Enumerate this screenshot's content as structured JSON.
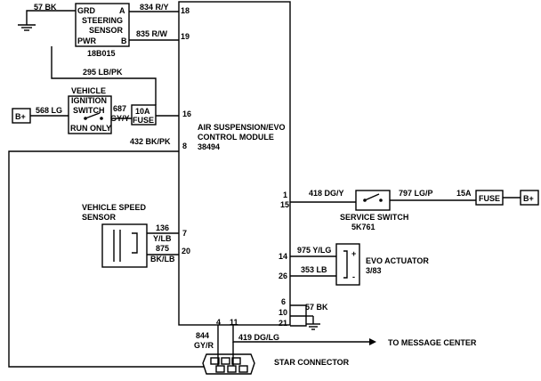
{
  "module": {
    "title_line1": "AIR SUSPENSION/EVO",
    "title_line2": "CONTROL MODULE",
    "part": "38494"
  },
  "steering_sensor": {
    "line1": "STEERING",
    "line2": "SENSOR",
    "grd": "GRD",
    "pwr": "PWR",
    "a": "A",
    "b": "B",
    "part": "18B015"
  },
  "ignition": {
    "line1": "VEHICLE",
    "line2": "IGNITION",
    "line3": "SWITCH",
    "run": "RUN ONLY",
    "fuse_rating": "10A",
    "fuse_label": "FUSE"
  },
  "speed_sensor": {
    "line1": "VEHICLE SPEED",
    "line2": "SENSOR"
  },
  "service_switch": {
    "label": "SERVICE SWITCH",
    "part": "5K761"
  },
  "evo_actuator": {
    "label": "EVO ACTUATOR",
    "part": "3/83",
    "plus": "+",
    "minus": "-"
  },
  "fuse_right": {
    "rating": "15A",
    "label": "FUSE"
  },
  "battery": {
    "label": "B+"
  },
  "star_connector": {
    "label": "STAR CONNECTOR"
  },
  "message_center": {
    "label": "TO MESSAGE CENTER"
  },
  "wires": {
    "w57a": "57 BK",
    "w834": "834 R/Y",
    "w835": "835 R/W",
    "w295": "295 LB/PK",
    "w568": "568 LG",
    "w687a": "687",
    "w687b": "GY/Y",
    "w432": "432 BK/PK",
    "w418": "418 DG/Y",
    "w797": "797 LG/P",
    "w136a": "136",
    "w136b": "Y/LB",
    "w875a": "875",
    "w875b": "BK/LB",
    "w975": "975 Y/LG",
    "w353": "353 LB",
    "w57b": "57 BK",
    "w844a": "844",
    "w844b": "GY/R",
    "w419": "419 DG/LG"
  },
  "pins": {
    "p18": "18",
    "p19": "19",
    "p16": "16",
    "p8": "8",
    "p1": "1",
    "p15": "15",
    "p7": "7",
    "p20": "20",
    "p14": "14",
    "p26": "26",
    "p6": "6",
    "p10": "10",
    "p21": "21",
    "p4": "4",
    "p11": "11"
  }
}
